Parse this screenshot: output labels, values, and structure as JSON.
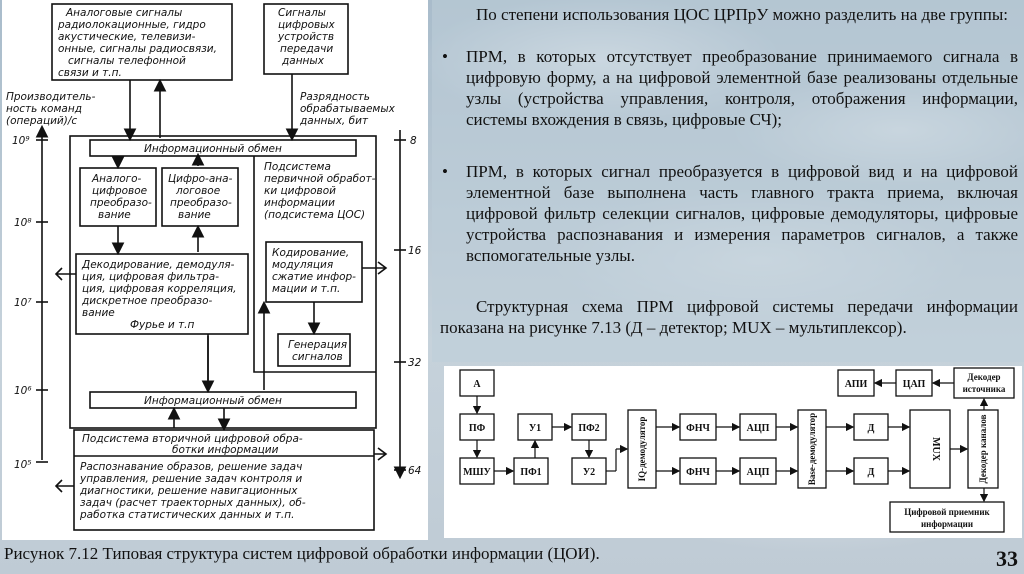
{
  "intro": "По степени использования ЦОС ЦРПрУ можно разделить на две группы:",
  "bullets": [
    "ПРМ, в которых отсутствует преобразование принимаемого сигнала в цифровую форму, а на цифровой элементной базе реализованы отдельные узлы (устройства управления, контроля, отображения информации, системы вхождения в связь, цифровые СЧ);",
    "ПРМ, в которых сигнал преобразуется в цифровой вид и на цифровой элементной базе выполнена часть главного тракта приема, включая цифровой фильтр селекции сигналов, цифровые демодуляторы, цифровые устройства распознавания и измерения параметров сигналов, а также вспомогательные узлы."
  ],
  "outro": "Структурная схема ПРМ цифровой системы передачи информации показана на рисунке 7.13 (Д – детектор; MUX – мультиплексор).",
  "bullet_glyph": "•",
  "caption": "Рисунок 7.12 Типовая структура систем цифровой обработки информации (ЦОИ).",
  "slide_number": "33",
  "left_diagram": {
    "top_left_box": [
      "Аналоговые сигналы",
      "радиолокационные, гидро",
      "акустические, телевизи-",
      "онные, сигналы радиосвязи,",
      "сигналы телефонной",
      "связи и т.п."
    ],
    "top_right_box": [
      "Сигналы",
      "цифровых",
      "устройств",
      "передачи",
      "данных"
    ],
    "left_axis_label": [
      "Производитель-",
      "ность команд",
      "(операций)/с"
    ],
    "right_axis_label": [
      "Разрядность",
      "обрабатываемых",
      "данных, бит"
    ],
    "left_ticks": [
      "10⁹",
      "10⁸",
      "10⁷",
      "10⁶",
      "10⁵"
    ],
    "right_ticks": [
      "8",
      "16",
      "32",
      "64"
    ],
    "info_exchange_top": "Информационный обмен",
    "info_exchange_bottom": "Информационный обмен",
    "adc": [
      "Аналого-",
      "цифровое",
      "преобразо-",
      "вание"
    ],
    "dac": [
      "Цифро-ана-",
      "логовое",
      "преобразо-",
      "вание"
    ],
    "primary_subsystem": [
      "Подсистема",
      "первичной обработ-",
      "ки цифровой",
      "информации",
      "(подсистема ЦОС)"
    ],
    "decoding": [
      "Декодирование, демодуля-",
      "ция, цифровая фильтра-",
      "ция, цифровая корреляция,",
      "дискретное преобразо-",
      "вание",
      "Фурье и т.п"
    ],
    "coding": [
      "Кодирование,",
      "модуляция",
      "сжатие инфор-",
      "мации и т.п."
    ],
    "signal_gen": [
      "Генерация",
      "сигналов"
    ],
    "secondary_subsystem": [
      "Подсистема вторичной цифровой обра-",
      "ботки информации"
    ],
    "recognition": [
      "Распознавание образов, решение задач",
      "управления, решение задач контроля и",
      "диагностики, решение навигационных",
      "задач (расчет траекторных данных), об-",
      "работка статистических данных и т.п."
    ]
  },
  "right_diagram": {
    "A": "А",
    "PF": "ПФ",
    "MSHU": "МШУ",
    "PF1": "ПФ1",
    "U1": "У1",
    "U2": "У2",
    "PF2": "ПФ2",
    "iq_demod": "IQ-демодулятор",
    "fnch_top": "ФНЧ",
    "fnch_bottom": "ФНЧ",
    "adc_top": "АЦП",
    "adc_bottom": "АЦП",
    "base_demod": "Base-демодулятор",
    "d_top": "Д",
    "d_bottom": "Д",
    "mux": "MUX",
    "channel_decoder": "Декодер каналов",
    "source_decoder": [
      "Декодер",
      "источника"
    ],
    "dac": "ЦАП",
    "api": "АПИ",
    "receiver": [
      "Цифровой приемник",
      "информации"
    ]
  }
}
